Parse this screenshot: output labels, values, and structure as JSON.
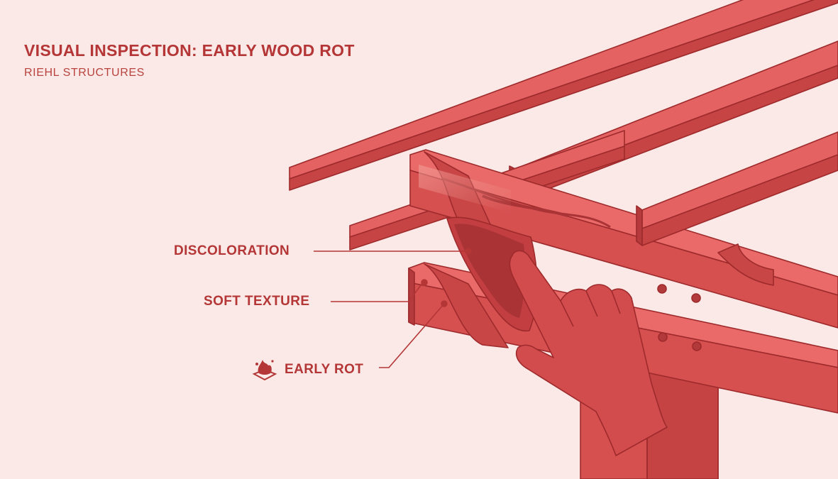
{
  "header": {
    "title": "VISUAL INSPECTION: EARLY WOOD ROT",
    "subtitle": "RIEHL STRUCTURES"
  },
  "callouts": [
    {
      "label": "DISCOLORATION",
      "icon": null
    },
    {
      "label": "SOFT TEXTURE",
      "icon": null
    },
    {
      "label": "EARLY ROT",
      "icon": "rot-splash-icon"
    }
  ],
  "colors": {
    "background": "#fbe9e7",
    "wood": "#dd5454",
    "wood_light": "#e76565",
    "wood_dark": "#c23f40",
    "outline": "#9e2a2c",
    "title": "#b43636",
    "subtitle": "#b8433f",
    "label": "#b43636"
  }
}
